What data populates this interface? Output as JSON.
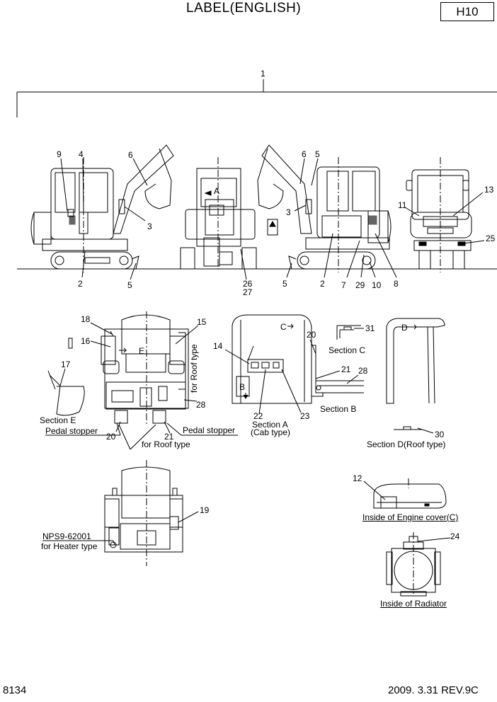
{
  "header": {
    "title": "LABEL(ENGLISH)",
    "code": "H10"
  },
  "footer": {
    "page": "8134",
    "revision": "2009. 3.31 REV.9C"
  },
  "callouts": {
    "c1": "1",
    "fl": [
      "9",
      "4",
      "6",
      "3",
      "2",
      "5"
    ],
    "rear": [
      "26",
      "27"
    ],
    "rear_a": "A",
    "fr": [
      "6",
      "5",
      "3",
      "5",
      "2",
      "7",
      "29",
      "10",
      "8"
    ],
    "back": [
      "13",
      "11",
      "25"
    ],
    "cab": [
      "18",
      "16",
      "15",
      "17",
      "28",
      "20",
      "21"
    ],
    "cab_e": "E",
    "seca": [
      "14",
      "22",
      "23"
    ],
    "seca_b": "B",
    "seca_c": "C",
    "secb": [
      "20",
      "21",
      "28"
    ],
    "secc": "31",
    "secd": "30",
    "secd_d": "D",
    "heater": "19",
    "cover": "12",
    "rad": "24"
  },
  "labels": {
    "for_roof_type_v": "for Roof type",
    "section_e": "Section E",
    "pedal_stopper_left": "Pedal stopper",
    "pedal_stopper_right": "Pedal stopper",
    "for_roof_type": "for Roof type",
    "section_a": "Section A",
    "cab_type": "(Cab type)",
    "section_b": "Section B",
    "section_c": "Section C",
    "section_d": "Section D(Roof type)",
    "nps": "NPS9-62001",
    "for_heater": "for Heater type",
    "inside_engine_cover": "Inside of Engine cover(C)",
    "inside_radiator": "Inside of Radiator"
  }
}
